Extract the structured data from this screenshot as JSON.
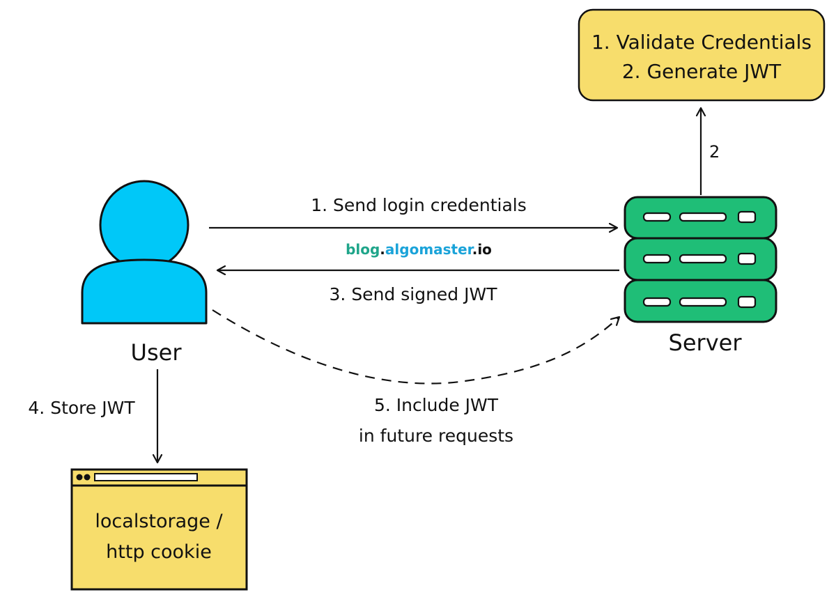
{
  "colors": {
    "user": "#00c8f8",
    "server": "#1fbe77",
    "server_dark": "#111111",
    "note_fill": "#f7dd6c",
    "brand_teal": "#1fa58a",
    "brand_blue": "#1aa3d9",
    "line": "#111111"
  },
  "nodes": {
    "validate_box": {
      "line1": "1. Validate Credentials",
      "line2": "2. Generate JWT"
    },
    "user": {
      "label": "User",
      "icon": "user-icon"
    },
    "server": {
      "label": "Server",
      "icon": "server-icon"
    },
    "storage": {
      "line1": "localstorage /",
      "line2": "http cookie",
      "icon": "browser-window-icon"
    }
  },
  "edges": {
    "send_credentials": "1. Send login credentials",
    "to_validate": "2",
    "send_jwt": "3. Send signed JWT",
    "store_jwt": "4. Store JWT",
    "include_jwt_line1": "5. Include JWT",
    "include_jwt_line2": "in future requests"
  },
  "watermark": {
    "part1": "blog",
    "dot1": ".",
    "part2": "algomaster",
    "dot2": ".",
    "part3": "io"
  }
}
